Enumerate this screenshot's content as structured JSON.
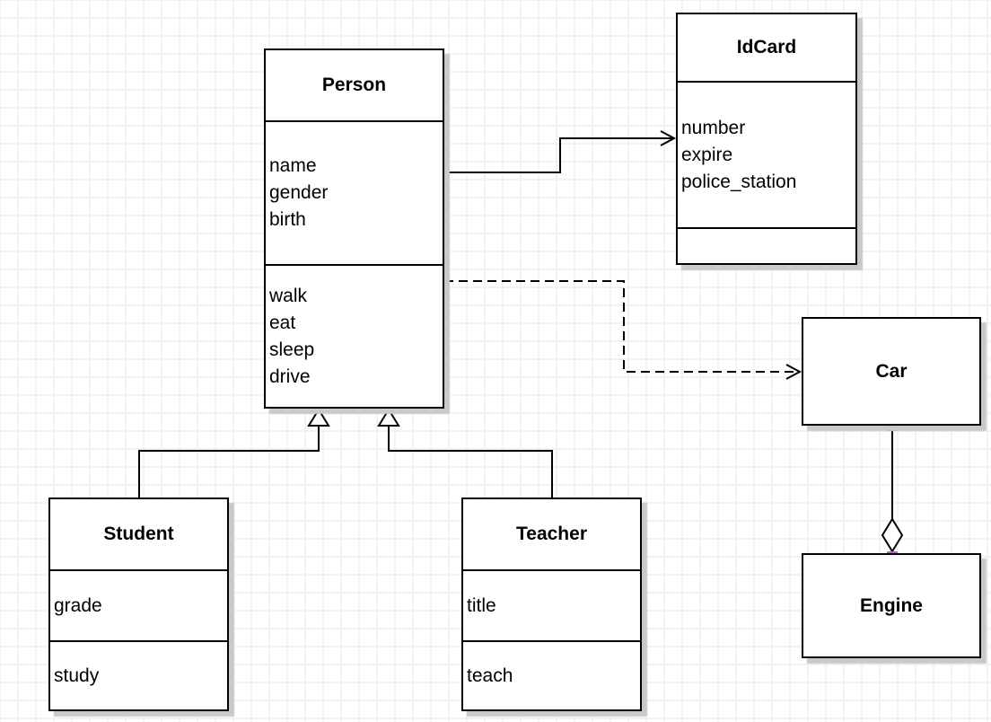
{
  "classes": {
    "person": {
      "title": "Person",
      "attributes": [
        "name",
        "gender",
        "birth"
      ],
      "methods": [
        "walk",
        "eat",
        "sleep",
        "drive"
      ]
    },
    "idcard": {
      "title": "IdCard",
      "attributes": [
        "number",
        "expire",
        "police_station"
      ],
      "methods": []
    },
    "car": {
      "title": "Car"
    },
    "engine": {
      "title": "Engine"
    },
    "student": {
      "title": "Student",
      "attributes": [
        "grade"
      ],
      "methods": [
        "study"
      ]
    },
    "teacher": {
      "title": "Teacher",
      "attributes": [
        "title"
      ],
      "methods": [
        "teach"
      ]
    }
  },
  "relationships": [
    {
      "from": "Person",
      "to": "IdCard",
      "type": "association",
      "line": "solid",
      "arrowhead": "open"
    },
    {
      "from": "Person",
      "to": "Car",
      "type": "dependency",
      "line": "dashed",
      "arrowhead": "open"
    },
    {
      "from": "Student",
      "to": "Person",
      "type": "generalization",
      "line": "solid",
      "arrowhead": "hollow-triangle"
    },
    {
      "from": "Teacher",
      "to": "Person",
      "type": "generalization",
      "line": "solid",
      "arrowhead": "hollow-triangle"
    },
    {
      "from": "Car",
      "to": "Engine",
      "type": "aggregation",
      "line": "solid",
      "arrowhead": "hollow-diamond"
    }
  ],
  "colors": {
    "stroke": "#000000",
    "shape_fill": "#ffffff",
    "endpoint_handle": "#b366b3",
    "grid_line": "#f2f2f2",
    "shadow": "#c9c9c9",
    "background": "#ffffff"
  }
}
